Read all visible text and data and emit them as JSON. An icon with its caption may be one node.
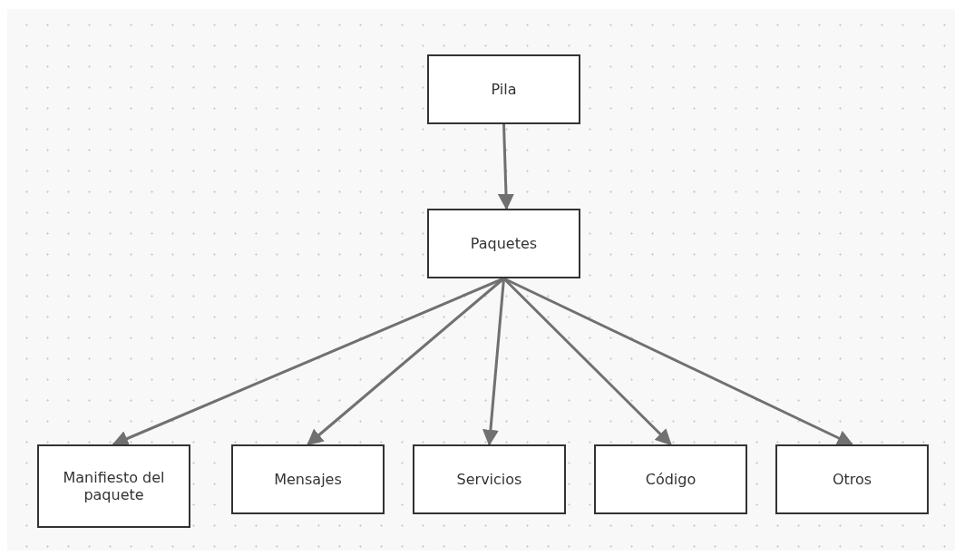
{
  "diagram": {
    "nodes": [
      {
        "text": [
          "Pila"
        ]
      },
      {
        "text": [
          "Paquetes"
        ]
      },
      {
        "text": [
          "Manifiesto del paquete"
        ]
      },
      {
        "text": [
          "Mensajes"
        ]
      },
      {
        "text": [
          "Servicios"
        ]
      },
      {
        "text": [
          "Código"
        ]
      },
      {
        "text": [
          "Otros"
        ]
      }
    ],
    "edges": [
      {
        "from": 0,
        "to": 1,
        "arrow": "to"
      },
      {
        "from": 1,
        "to": 2,
        "arrow": "to"
      },
      {
        "from": 1,
        "to": 3,
        "arrow": "to"
      },
      {
        "from": 1,
        "to": 4,
        "arrow": "to"
      },
      {
        "from": 1,
        "to": 5,
        "arrow": "to"
      },
      {
        "from": 1,
        "to": 6,
        "arrow": "to"
      }
    ]
  }
}
